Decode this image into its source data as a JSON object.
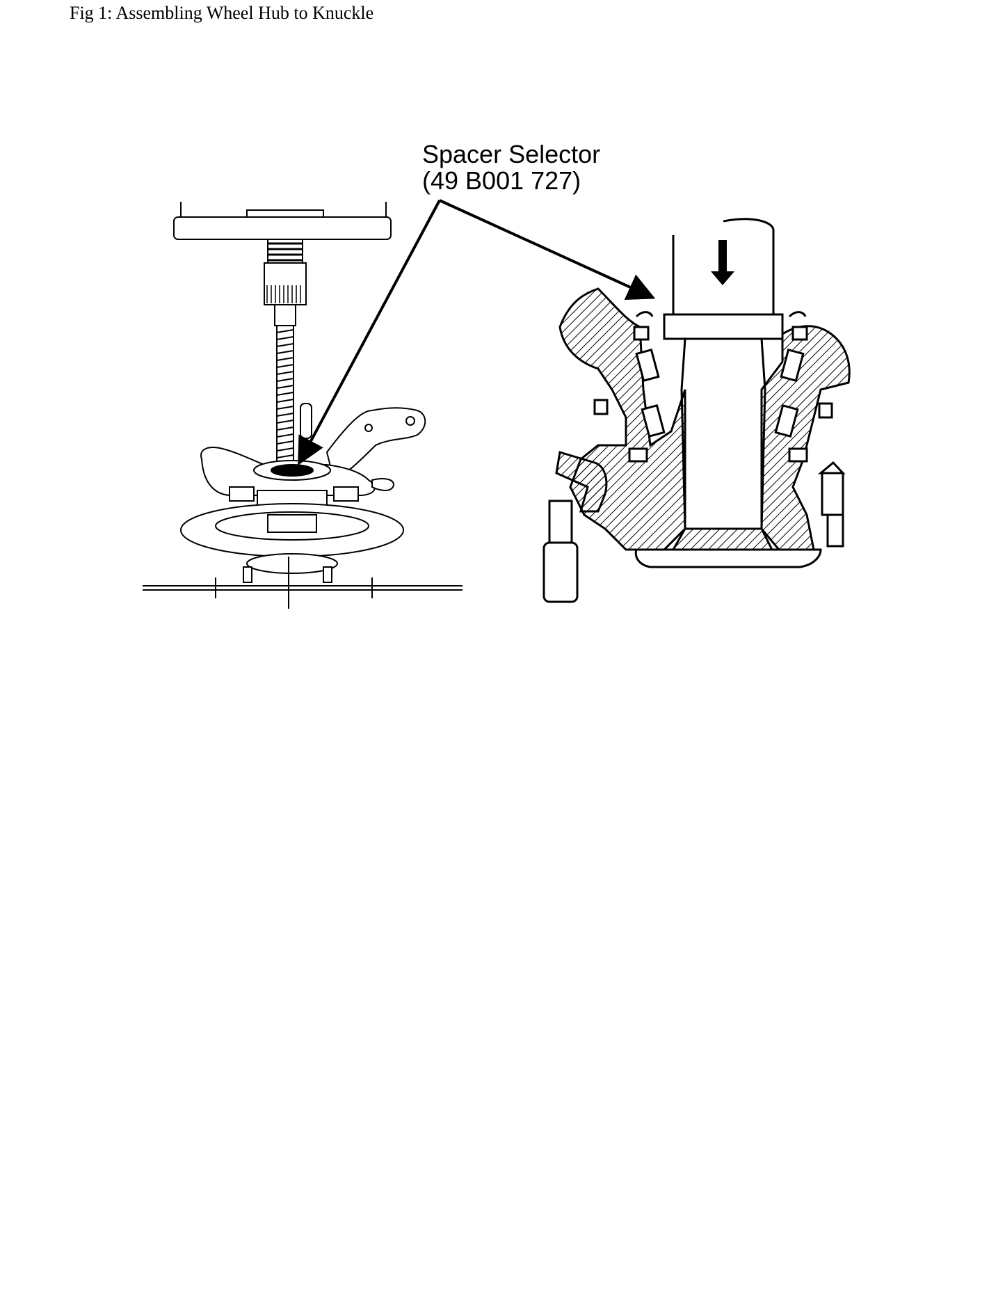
{
  "caption": "Fig 1: Assembling Wheel Hub to Knuckle",
  "callout": {
    "line1": "Spacer Selector",
    "line2": "(49 B001 727)"
  },
  "colors": {
    "ink": "#000000",
    "paper": "#ffffff"
  }
}
